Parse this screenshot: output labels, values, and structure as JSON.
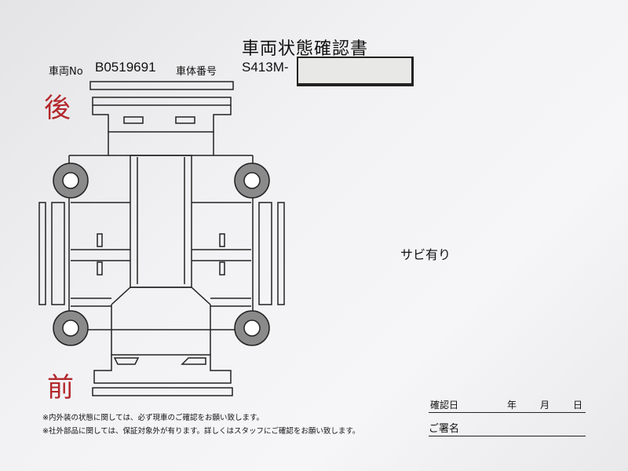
{
  "document": {
    "title": "車両状態確認書",
    "vehicle_no_label": "車両No",
    "vehicle_no": "B0519691",
    "chassis_no_label": "車体番号",
    "chassis_no": "S413M-",
    "rear_label": "後",
    "front_label": "前",
    "note": "サビ有り",
    "footnotes": [
      "※内外装の状態に関しては、必ず現車のご確認をお願い致します。",
      "※社外部品に関しては、保証対象外が有ります。詳しくはスタッフにご確認をお願い致します。"
    ],
    "confirm_date_label": "確認日",
    "year_label": "年",
    "month_label": "月",
    "day_label": "日",
    "signature_label": "ご署名"
  }
}
